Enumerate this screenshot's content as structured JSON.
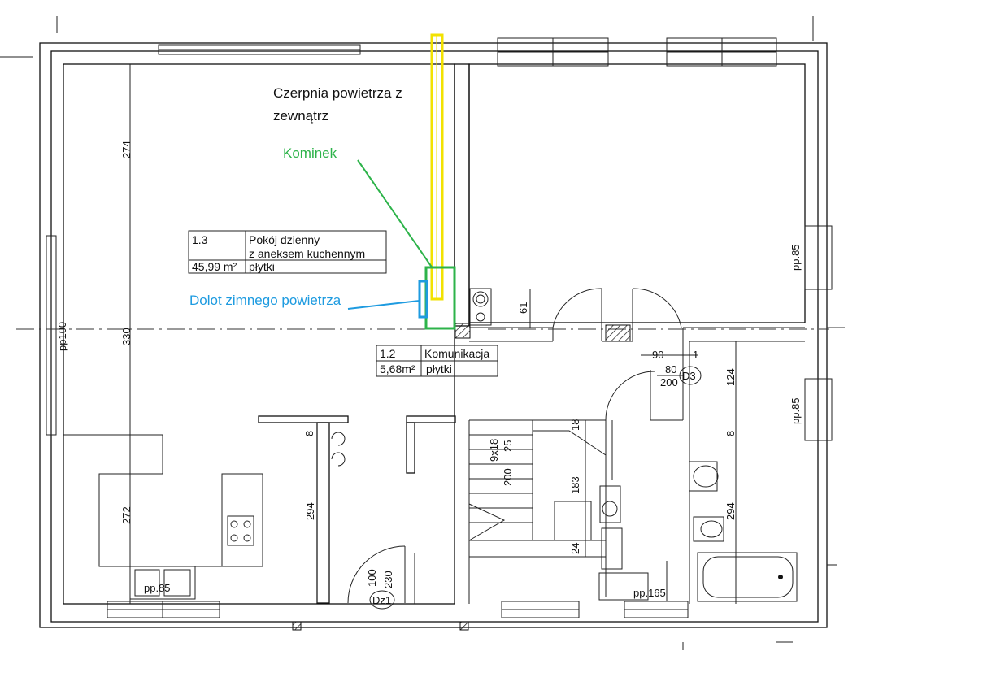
{
  "annotations": {
    "air_intake": "Czerpnia powietrza z",
    "air_intake_2": "zewnątrz",
    "fireplace": "Kominek",
    "cold_air": "Dolot zimnego powietrza",
    "colors": {
      "air_intake": "#f2e200",
      "fireplace": "#2db34a",
      "cold_air": "#1e9be0"
    }
  },
  "rooms": {
    "living": {
      "number": "1.3",
      "name_1": "Pokój dzienny",
      "name_2": "z aneksem kuchennym",
      "area": "45,99 m²",
      "floor": "płytki"
    },
    "hall": {
      "number": "1.2",
      "name": "Komunikacja",
      "area": "5,68m²",
      "floor": "płytki"
    }
  },
  "dimensions": {
    "d274": "274",
    "d330": "330",
    "d272": "272",
    "d294a": "294",
    "d294b": "294",
    "d61": "61",
    "d124": "124",
    "d8a": "8",
    "d8b": "8",
    "d183": "183",
    "d24": "24",
    "d200": "200",
    "d25": "25",
    "d9x18": "9x18",
    "d18": "18",
    "d100": "100",
    "d230": "230",
    "d90": "90",
    "d80": "80",
    "d200b": "200",
    "d1": "1"
  },
  "sill_labels": {
    "pp100": "pp100",
    "pp85_right_top": "pp.85",
    "pp85_right_bottom": "pp.85",
    "pp85_bottom": "pp.85",
    "pp165": "pp.165"
  },
  "door_tags": {
    "dz1": "Dz1",
    "d3": "D3"
  }
}
